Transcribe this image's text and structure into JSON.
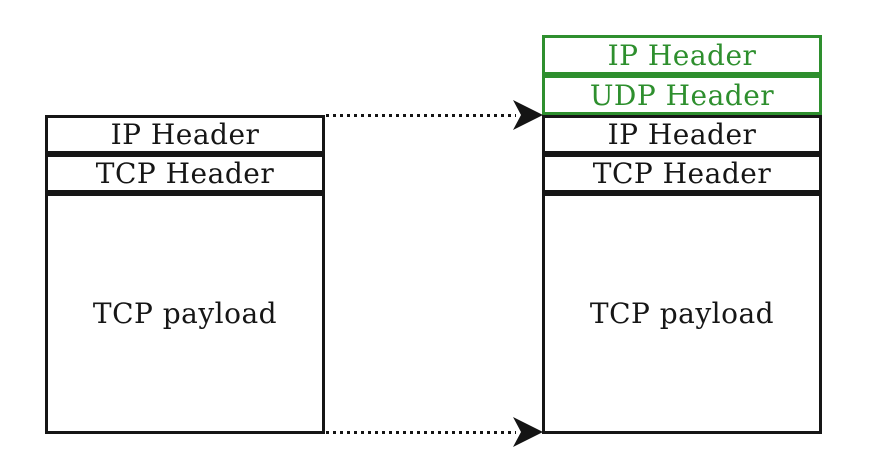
{
  "diagram": {
    "left_packet": {
      "name": "original-tcp-packet",
      "segments": [
        {
          "label": "IP Header",
          "style": "plain"
        },
        {
          "label": "TCP Header",
          "style": "plain"
        },
        {
          "label": "TCP payload",
          "style": "plain"
        }
      ]
    },
    "right_packet": {
      "name": "encapsulated-tunnel-packet",
      "segments": [
        {
          "label": "IP Header",
          "style": "added"
        },
        {
          "label": "UDP Header",
          "style": "added"
        },
        {
          "label": "IP Header",
          "style": "plain"
        },
        {
          "label": "TCP Header",
          "style": "plain"
        },
        {
          "label": "TCP payload",
          "style": "plain"
        }
      ]
    },
    "arrows": [
      {
        "name": "top-encapsulation-arrow",
        "line": "dotted",
        "direction": "right"
      },
      {
        "name": "bottom-encapsulation-arrow",
        "line": "dotted",
        "direction": "right"
      }
    ]
  },
  "colors": {
    "plain-segment": "#161616",
    "added-segment": "#2e8f2e",
    "background": "#ffffff"
  }
}
